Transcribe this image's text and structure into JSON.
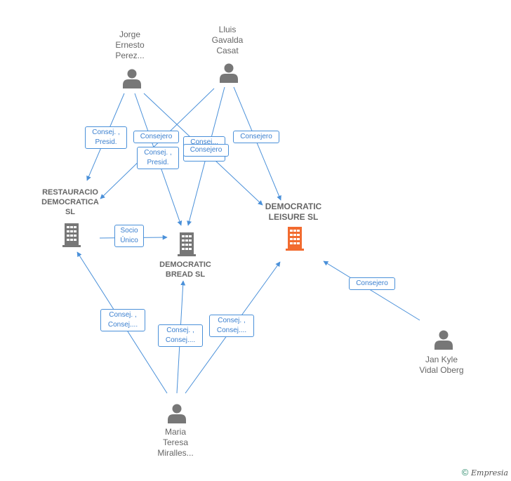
{
  "colors": {
    "edge": "#4a90d9",
    "person": "#777777",
    "company": "#777777",
    "focus_company": "#f26b2f"
  },
  "people": [
    {
      "id": "jorge",
      "name_lines": [
        "Jorge",
        "Ernesto",
        "Perez..."
      ],
      "icon": "person-icon"
    },
    {
      "id": "lluis",
      "name_lines": [
        "Lluis",
        "Gavalda",
        "Casat"
      ],
      "icon": "person-icon"
    },
    {
      "id": "jan",
      "name_lines": [
        "Jan Kyle",
        "Vidal Oberg"
      ],
      "icon": "person-icon"
    },
    {
      "id": "maria",
      "name_lines": [
        "Maria",
        "Teresa",
        "Miralles..."
      ],
      "icon": "person-icon"
    }
  ],
  "companies": [
    {
      "id": "restauracio",
      "name_lines": [
        "RESTAURACIO",
        "DEMOCRATICA",
        "SL"
      ],
      "icon": "building-icon"
    },
    {
      "id": "bread",
      "name_lines": [
        "DEMOCRATIC",
        "BREAD  SL"
      ],
      "icon": "building-icon"
    },
    {
      "id": "leisure",
      "name_lines": [
        "DEMOCRATIC",
        "LEISURE  SL"
      ],
      "icon": "building-icon",
      "highlighted": true
    }
  ],
  "relations": [
    {
      "id": "r1",
      "label_lines": [
        "Consej. ,",
        "Presid."
      ]
    },
    {
      "id": "r2",
      "label_lines": [
        "Consejero"
      ]
    },
    {
      "id": "r3",
      "label_lines": [
        "Consej. ,",
        "Presid."
      ]
    },
    {
      "id": "r4",
      "label_lines": [
        "Consej..."
      ]
    },
    {
      "id": "r5",
      "label_lines": [
        "Consejero"
      ]
    },
    {
      "id": "r6",
      "label_lines": [
        "Consejero"
      ]
    },
    {
      "id": "r7",
      "label_lines": [
        "Socio",
        "Único"
      ]
    },
    {
      "id": "r8",
      "label_lines": [
        "Consejero"
      ]
    },
    {
      "id": "r9",
      "label_lines": [
        "Consej. ,",
        "Consej...."
      ]
    },
    {
      "id": "r10",
      "label_lines": [
        "Consej. ,",
        "Consej...."
      ]
    },
    {
      "id": "r11",
      "label_lines": [
        "Consej. ,",
        "Consej...."
      ]
    }
  ],
  "footer": {
    "copyright": "©",
    "brand": "Empresia"
  }
}
